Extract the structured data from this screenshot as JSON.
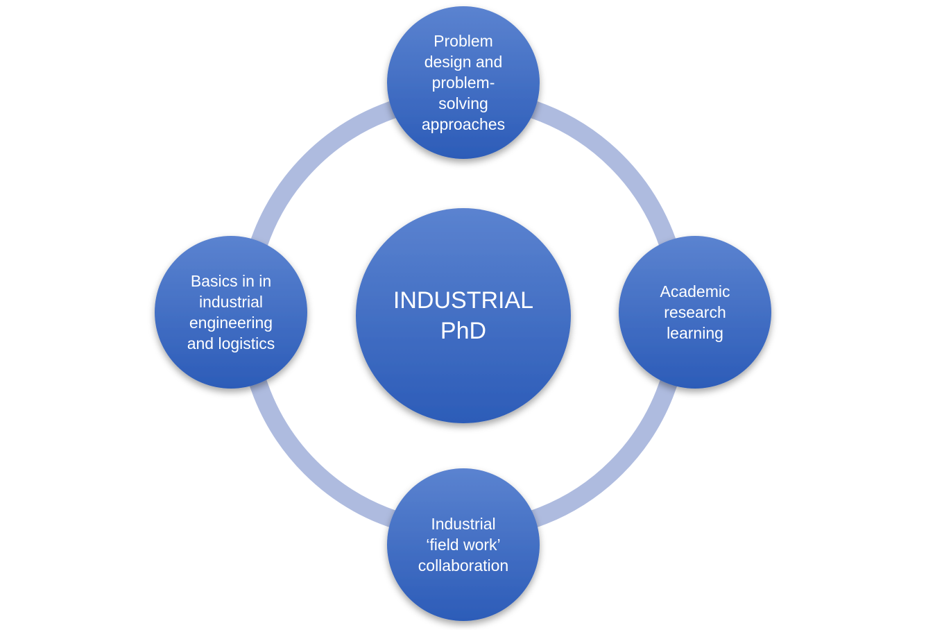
{
  "center": {
    "label": "INDUSTRIAL\nPhD"
  },
  "nodes": {
    "top": {
      "label": "Problem\ndesign and\nproblem-\nsolving\napproaches"
    },
    "right": {
      "label": "Academic\nresearch\nlearning"
    },
    "bottom": {
      "label": "Industrial\n‘field work’\ncollaboration"
    },
    "left": {
      "label": "Basics in in\nindustrial\nengineering\nand logistics"
    }
  },
  "colors": {
    "ring": "#aebbdf",
    "node_top": "#5a82cf",
    "node_bottom": "#2c5db8"
  }
}
